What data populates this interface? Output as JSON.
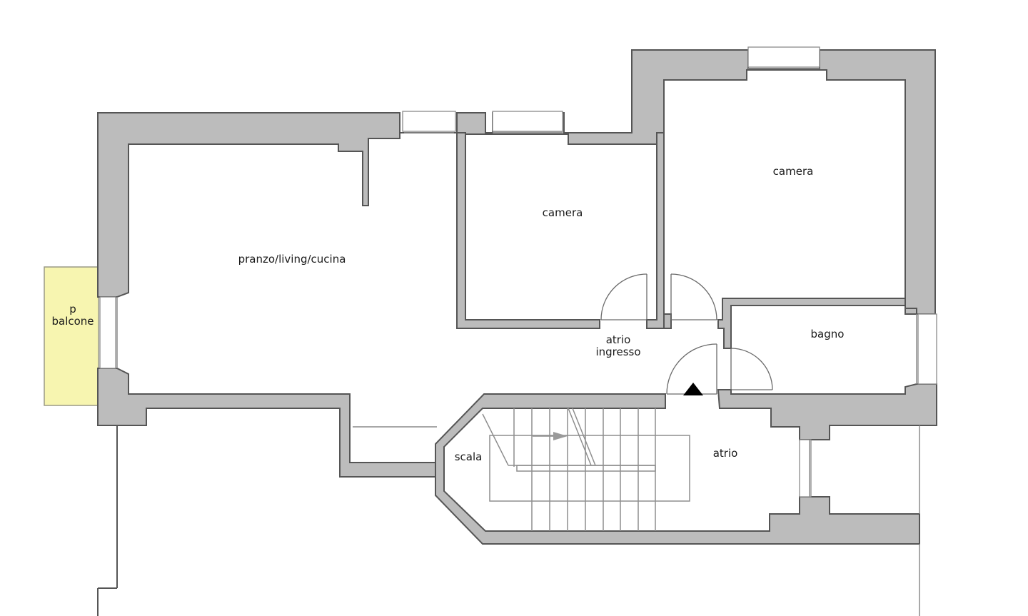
{
  "floorplan": {
    "rooms": [
      {
        "id": "living",
        "label": "pranzo/living/cucina"
      },
      {
        "id": "bedroom1",
        "label": "camera"
      },
      {
        "id": "bedroom2",
        "label": "camera"
      },
      {
        "id": "bathroom",
        "label": "bagno"
      },
      {
        "id": "entrance",
        "label_line1": "atrio",
        "label_line2": "ingresso"
      },
      {
        "id": "stairs",
        "label": "scala"
      },
      {
        "id": "landing",
        "label": "atrio"
      },
      {
        "id": "balcony",
        "label_line1": "p",
        "label_line2": "balcone"
      }
    ],
    "colors": {
      "wall": "#bcbcbc",
      "wall_outline": "#555555",
      "balcony": "#f7f5b0",
      "background": "#ffffff",
      "entrance_marker": "#000000"
    },
    "symbols": {
      "entrance_marker": "triangle-up"
    }
  }
}
